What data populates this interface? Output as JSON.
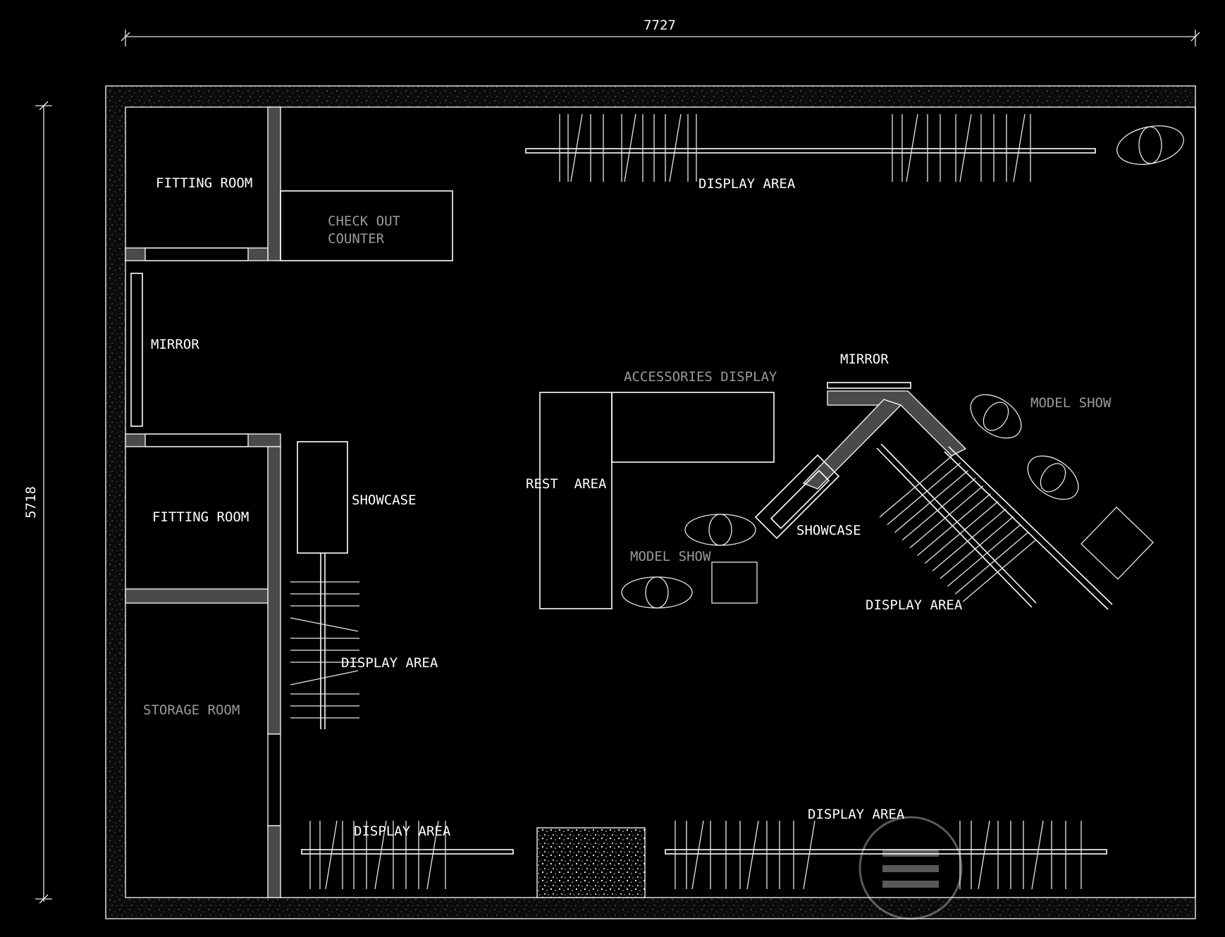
{
  "dimensions": {
    "width": "7727",
    "height": "5718"
  },
  "rooms": {
    "fitting_room_top": "FITTING ROOM",
    "check_out_line1": "CHECK OUT",
    "check_out_line2": "COUNTER",
    "mirror_left": "MIRROR",
    "fitting_room_mid": "FITTING ROOM",
    "storage_room": "STORAGE ROOM",
    "showcase_left": "SHOWCASE",
    "display_area_top": "DISPLAY AREA",
    "accessories_display": "ACCESSORIES DISPLAY",
    "rest_area": "REST  AREA",
    "model_show_center": "MODEL SHOW",
    "mirror_right": "MIRROR",
    "model_show_right": "MODEL SHOW",
    "showcase_right": "SHOWCASE",
    "display_area_right": "DISPLAY AREA",
    "display_area_left": "DISPLAY AREA",
    "display_area_bottom_left": "DISPLAY AREA",
    "display_area_bottom_right": "DISPLAY AREA"
  },
  "colors": {
    "background": "#000000",
    "line": "#ffffff",
    "wall_fill": "#4a4a4a",
    "muted_text": "#9a9a9a"
  }
}
